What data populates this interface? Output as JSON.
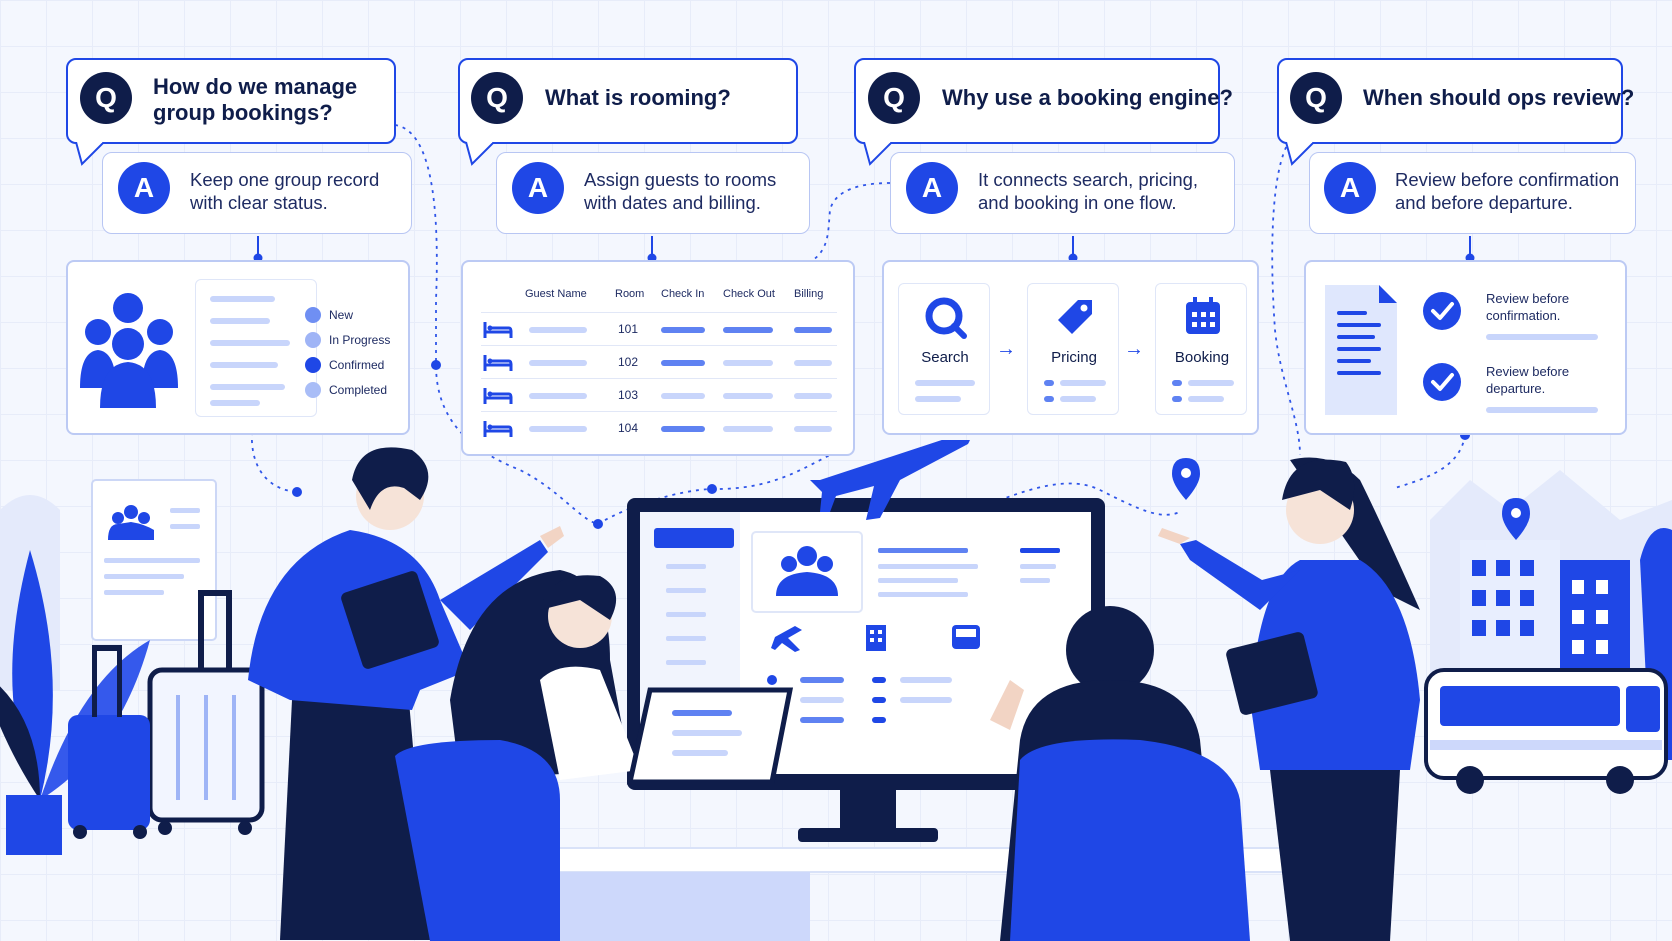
{
  "faq": [
    {
      "q_badge": "Q",
      "question": "How do we manage group bookings?",
      "a_badge": "A",
      "answer": "Keep one group record with clear status."
    },
    {
      "q_badge": "Q",
      "question": "What is rooming?",
      "a_badge": "A",
      "answer": "Assign guests to rooms with dates and billing."
    },
    {
      "q_badge": "Q",
      "question": "Why use a booking engine?",
      "a_badge": "A",
      "answer": "It connects search, pricing, and booking in one flow."
    },
    {
      "q_badge": "Q",
      "question": "When should ops review?",
      "a_badge": "A",
      "answer": "Review before confirmation and before departure."
    }
  ],
  "status_panel": {
    "items": [
      {
        "label": "New",
        "color": "#6f8ff3"
      },
      {
        "label": "In Progress",
        "color": "#9fb4f6"
      },
      {
        "label": "Confirmed",
        "color": "#1f47e6"
      },
      {
        "label": "Completed",
        "color": "#a9bdf7"
      }
    ]
  },
  "rooming_table": {
    "headers": [
      "Guest Name",
      "Room",
      "Check In",
      "Check Out",
      "Billing"
    ],
    "rooms": [
      "101",
      "102",
      "103",
      "104"
    ]
  },
  "booking_flow": {
    "steps": [
      "Search",
      "Pricing",
      "Booking"
    ],
    "arrow": "→"
  },
  "review_panel": {
    "items": [
      "Review before confirmation.",
      "Review before departure."
    ]
  },
  "colors": {
    "accent": "#1f47e6",
    "navy": "#0f1d4a",
    "pale": "#cdd8fb"
  }
}
